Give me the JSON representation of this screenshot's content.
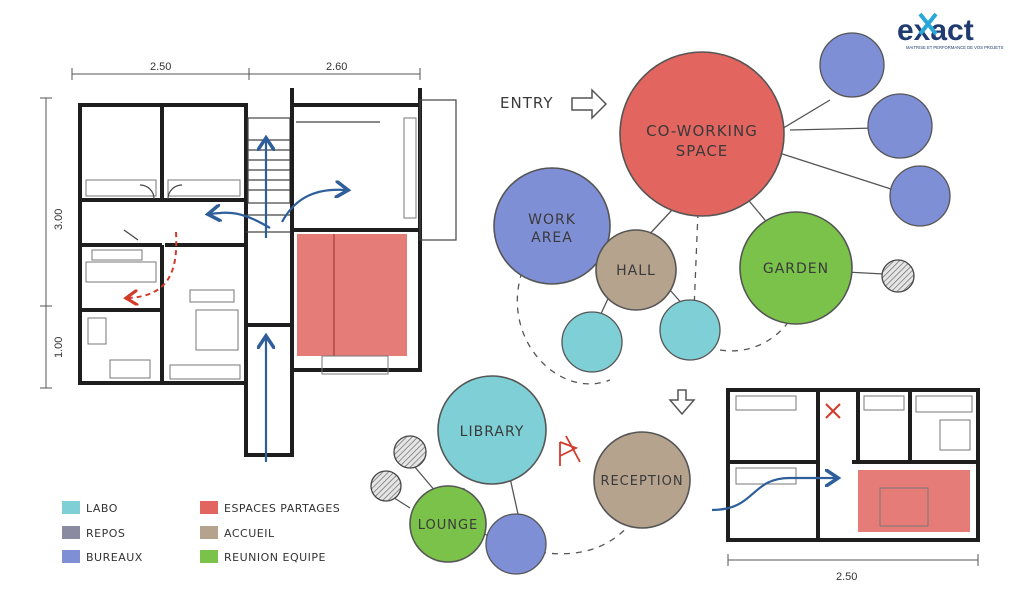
{
  "brand": {
    "logo_word": "exact",
    "tagline": "MAITRISE ET PERFORMANCE DE VOS PROJETS",
    "colors": {
      "accent": "#1f3b6f"
    }
  },
  "floorplan_main": {
    "dimensions": [
      "2.50",
      "2.60",
      "3.00",
      "1.00"
    ]
  },
  "floorplan_small": {
    "dimension": "2.50"
  },
  "bubbles": {
    "entry_label": "ENTRY",
    "nodes": [
      {
        "id": "coworking",
        "label_lines": [
          "CO-WORKING",
          "SPACE"
        ],
        "category": "espaces_partages"
      },
      {
        "id": "work-area",
        "label_lines": [
          "WORK",
          "AREA"
        ],
        "category": "bureaux"
      },
      {
        "id": "hall",
        "label_lines": [
          "HALL"
        ],
        "category": "accueil"
      },
      {
        "id": "garden",
        "label_lines": [
          "GARDEN"
        ],
        "category": "reunion_equipe"
      },
      {
        "id": "library",
        "label_lines": [
          "LIBRARY"
        ],
        "category": "labo"
      },
      {
        "id": "reception",
        "label_lines": [
          "RECEPTION"
        ],
        "category": "accueil"
      },
      {
        "id": "lounge",
        "label_lines": [
          "LOUNGE"
        ],
        "category": "reunion_equipe"
      }
    ]
  },
  "legend": {
    "items": [
      {
        "key": "labo",
        "label": "LABO",
        "color": "#7fd0d6"
      },
      {
        "key": "repos",
        "label": "REPOS",
        "color": "#8a8aa0"
      },
      {
        "key": "bureaux",
        "label": "BUREAUX",
        "color": "#7f8fd6"
      },
      {
        "key": "espaces_partages",
        "label": "ESPACES PARTAGES",
        "color": "#e2655f"
      },
      {
        "key": "accueil",
        "label": "ACCUEIL",
        "color": "#b5a38e"
      },
      {
        "key": "reunion_equipe",
        "label": "REUNION EQUIPE",
        "color": "#7ac24a"
      }
    ]
  }
}
